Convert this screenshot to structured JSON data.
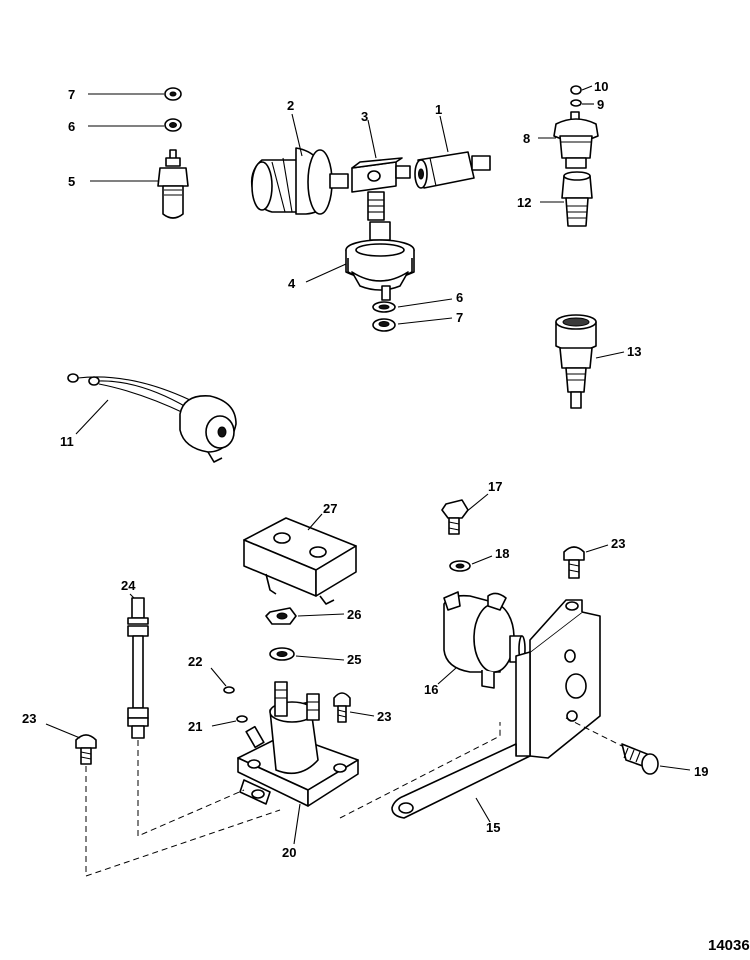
{
  "document_number": "14036",
  "callouts": {
    "c1": "1",
    "c2": "2",
    "c3": "3",
    "c4": "4",
    "c5": "5",
    "c6a": "6",
    "c6b": "6",
    "c7a": "7",
    "c7b": "7",
    "c8": "8",
    "c9": "9",
    "c10": "10",
    "c11": "11",
    "c12": "12",
    "c13": "13",
    "c15": "15",
    "c16": "16",
    "c17": "17",
    "c18": "18",
    "c19": "19",
    "c20": "20",
    "c21": "21",
    "c22": "22",
    "c23a": "23",
    "c23b": "23",
    "c23c": "23",
    "c24": "24",
    "c25": "25",
    "c26": "26",
    "c27": "27"
  }
}
